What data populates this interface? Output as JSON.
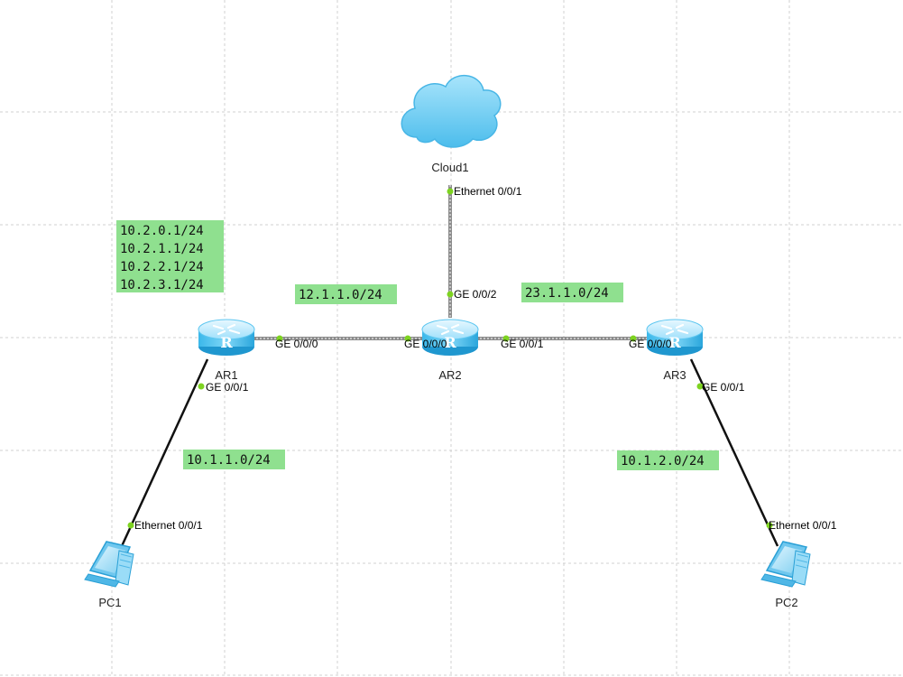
{
  "colors": {
    "subnet_bg": "#8fe08f",
    "router_blue": "#4ec3f2",
    "cloud_blue": "#7fd3f5",
    "port_dot": "#7ed321"
  },
  "nodes": {
    "cloud1": {
      "label": "Cloud1",
      "icon": "cloud-icon"
    },
    "ar1": {
      "label": "AR1",
      "icon": "router-icon"
    },
    "ar2": {
      "label": "AR2",
      "icon": "router-icon"
    },
    "ar3": {
      "label": "AR3",
      "icon": "router-icon"
    },
    "pc1": {
      "label": "PC1",
      "icon": "pc-icon"
    },
    "pc2": {
      "label": "PC2",
      "icon": "pc-icon"
    }
  },
  "ports": {
    "cloud1_eth": "Ethernet 0/0/1",
    "ar2_ge002": "GE 0/0/2",
    "ar1_ge000": "GE 0/0/0",
    "ar2_ge000": "GE 0/0/0",
    "ar2_ge001": "GE 0/0/1",
    "ar3_ge000": "GE 0/0/0",
    "ar1_ge001": "GE 0/0/1",
    "ar3_ge001": "GE 0/0/1",
    "pc1_eth": "Ethernet 0/0/1",
    "pc2_eth": "Ethernet 0/0/1"
  },
  "networks": {
    "loopbacks": [
      "10.2.0.1/24",
      "10.2.1.1/24",
      "10.2.2.1/24",
      "10.2.3.1/24"
    ],
    "ar1_ar2": "12.1.1.0/24",
    "ar2_ar3": "23.1.1.0/24",
    "ar1_pc1": "10.1.1.0/24",
    "ar3_pc2": "10.1.2.0/24"
  }
}
